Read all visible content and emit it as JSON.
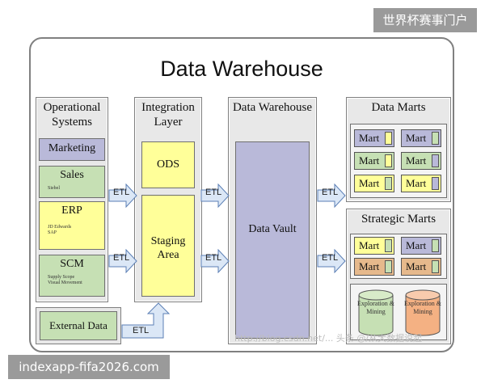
{
  "watermark_top": "世界杯赛事门户",
  "watermark_bottom": "indexapp-fifa2026.com",
  "title": "Data Warehouse",
  "columns": {
    "operational": {
      "title": "Operational Systems",
      "items": [
        {
          "label": "Marketing",
          "sub": "",
          "color": "#b9b9d9"
        },
        {
          "label": "Sales",
          "sub": "Siebel",
          "color": "#c6e0b4"
        },
        {
          "label": "ERP",
          "sub": "JD Edwards\nSAP",
          "color": "#ffff99"
        },
        {
          "label": "SCM",
          "sub": "Supply Scope\nVisual Movement",
          "color": "#c6e0b4"
        }
      ]
    },
    "external": {
      "label": "External Data",
      "color": "#c6e0b4"
    },
    "integration": {
      "title": "Integration Layer",
      "ods": "ODS",
      "staging": "Staging Area",
      "color": "#ffff99"
    },
    "warehouse": {
      "title": "Data Warehouse",
      "vault": "Data Vault",
      "color": "#b9b9d9"
    },
    "data_marts": {
      "title": "Data Marts",
      "mart_label": "Mart"
    },
    "strategic_marts": {
      "title": "Strategic Marts",
      "mart_label": "Mart",
      "exploration_1": "Exploration & Mining",
      "exploration_2": "Exploration & Mining"
    }
  },
  "etl_label": "ETL",
  "url_watermark": "http://blog.csdn.net/... 头条 @/从大数据说起"
}
